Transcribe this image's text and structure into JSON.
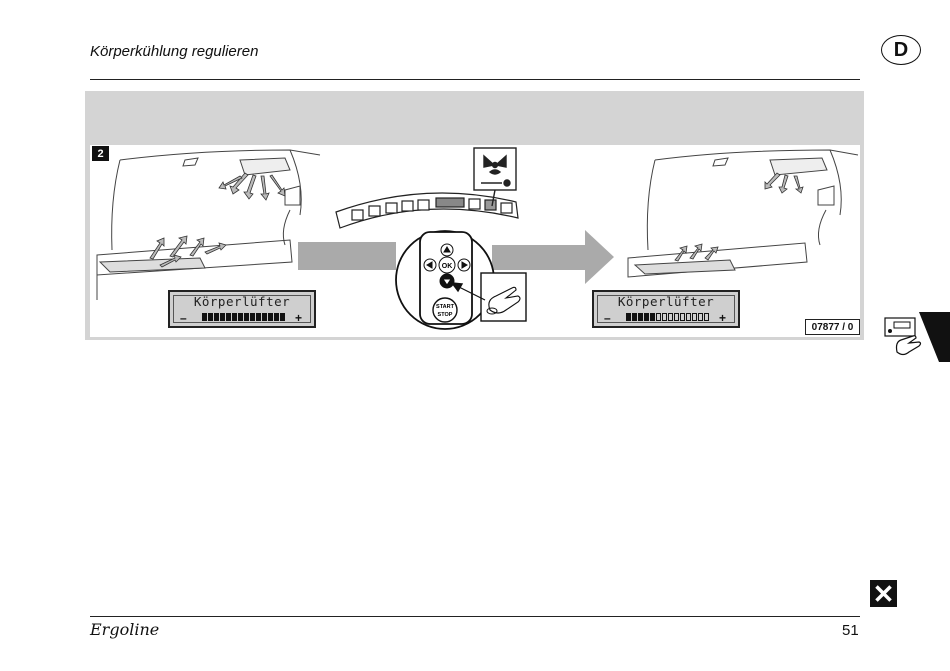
{
  "header": {
    "title": "Körperkühlung regulieren",
    "language_badge": "D"
  },
  "figure": {
    "number": "2",
    "reference_code": "07877 / 0",
    "display_before": {
      "label": "Körperlüfter",
      "minus": "–",
      "plus": "+",
      "level_segments_on": 14,
      "total_segments": 14
    },
    "display_after": {
      "label": "Körperlüfter",
      "minus": "–",
      "plus": "+",
      "level_segments_on": 5,
      "total_segments": 14
    },
    "controller": {
      "ok_label": "OK",
      "start_label": "START",
      "stop_label": "STOP"
    }
  },
  "sidebar": {
    "close_symbol": "✕"
  },
  "footer": {
    "brand": "Ergoline",
    "page_number": "51"
  }
}
